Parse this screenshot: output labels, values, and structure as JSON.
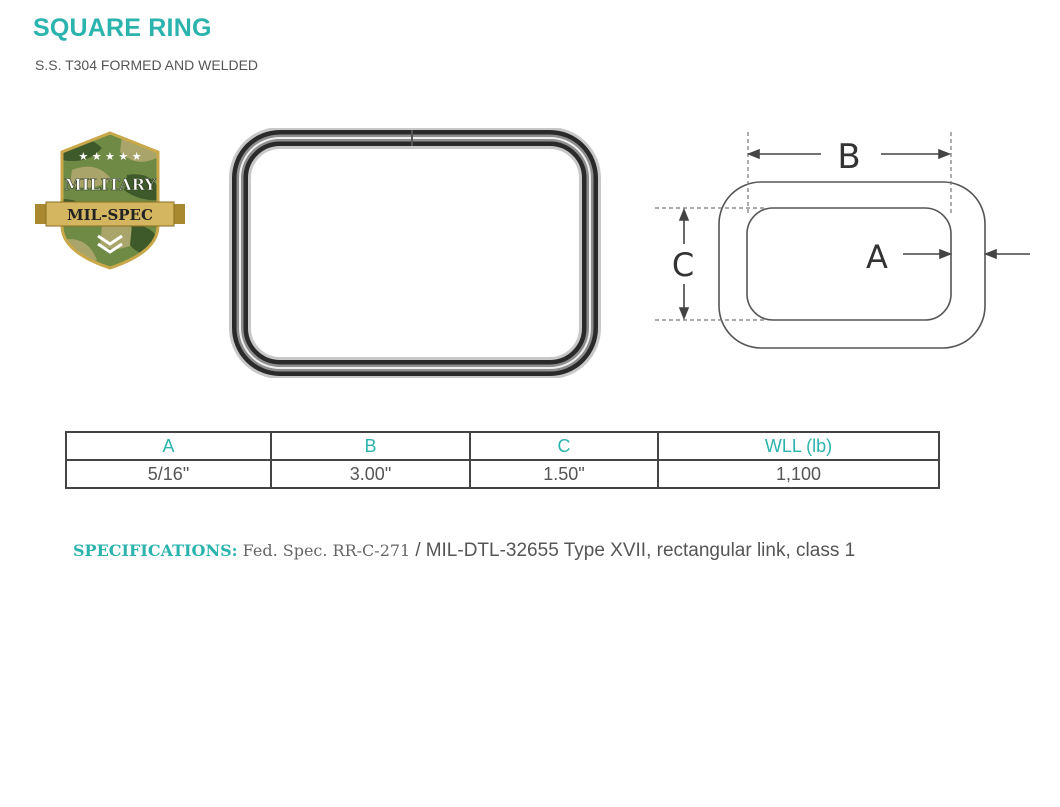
{
  "header": {
    "title": "SQUARE RING",
    "subtitle": "S.S. T304 FORMED AND WELDED"
  },
  "badge": {
    "line1": "MILITARY",
    "line2": "MIL-SPEC",
    "stars": "★ ★ ★ ★ ★",
    "colors": {
      "gold": "#c9a84a",
      "camo_dark": "#3f5a2a",
      "camo_mid": "#6f8a45",
      "camo_light": "#a9a46a"
    }
  },
  "diagram": {
    "label_a": "A",
    "label_b": "B",
    "label_c": "C"
  },
  "spec_table": {
    "headers": [
      "A",
      "B",
      "C",
      "WLL (lb)"
    ],
    "values": [
      "5/16\"",
      "3.00\"",
      "1.50\"",
      "1,100"
    ]
  },
  "specifications": {
    "label": "SPECIFICATIONS:",
    "fed_spec": "Fed. Spec. RR-C-271",
    "separator": "/",
    "mil_spec": "MIL-DTL-32655 Type XVII, rectangular link, class 1"
  },
  "colors": {
    "accent": "#2bb3ad",
    "text": "#555555",
    "border": "#444444"
  }
}
